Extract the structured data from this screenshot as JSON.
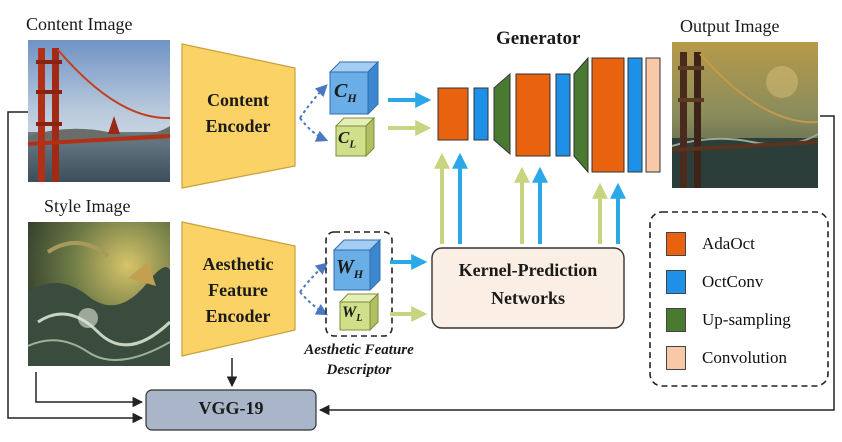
{
  "labels": {
    "content_image": "Content Image",
    "style_image": "Style Image",
    "output_image": "Output Image",
    "generator": "Generator",
    "content_encoder_line1": "Content",
    "content_encoder_line2": "Encoder",
    "aesthetic_encoder_line1": "Aesthetic",
    "aesthetic_encoder_line2": "Feature",
    "aesthetic_encoder_line3": "Encoder",
    "kernel_line1": "Kernel-Prediction",
    "kernel_line2": "Networks",
    "descriptor_line1": "Aesthetic Feature",
    "descriptor_line2": "Descriptor",
    "vgg": "VGG-19",
    "c_h": "C",
    "c_h_sub": "H",
    "c_l": "C",
    "c_l_sub": "L",
    "w_h": "W",
    "w_h_sub": "H",
    "w_l": "W",
    "w_l_sub": "L"
  },
  "legend": [
    {
      "label": "AdaOct",
      "color": "#e8620f"
    },
    {
      "label": "OctConv",
      "color": "#1e90e8"
    },
    {
      "label": "Up-sampling",
      "color": "#4a7a32"
    },
    {
      "label": "Convolution",
      "color": "#f8c8a8"
    }
  ],
  "colors": {
    "encoder": "#fbd265",
    "cube_high": "#6aaee8",
    "cube_low": "#d0e08a",
    "arrow_high": "#2aa8e8",
    "arrow_low": "#c8d480",
    "kernel_bg": "#fbeee4",
    "vgg_bg": "#a9b5c8"
  }
}
